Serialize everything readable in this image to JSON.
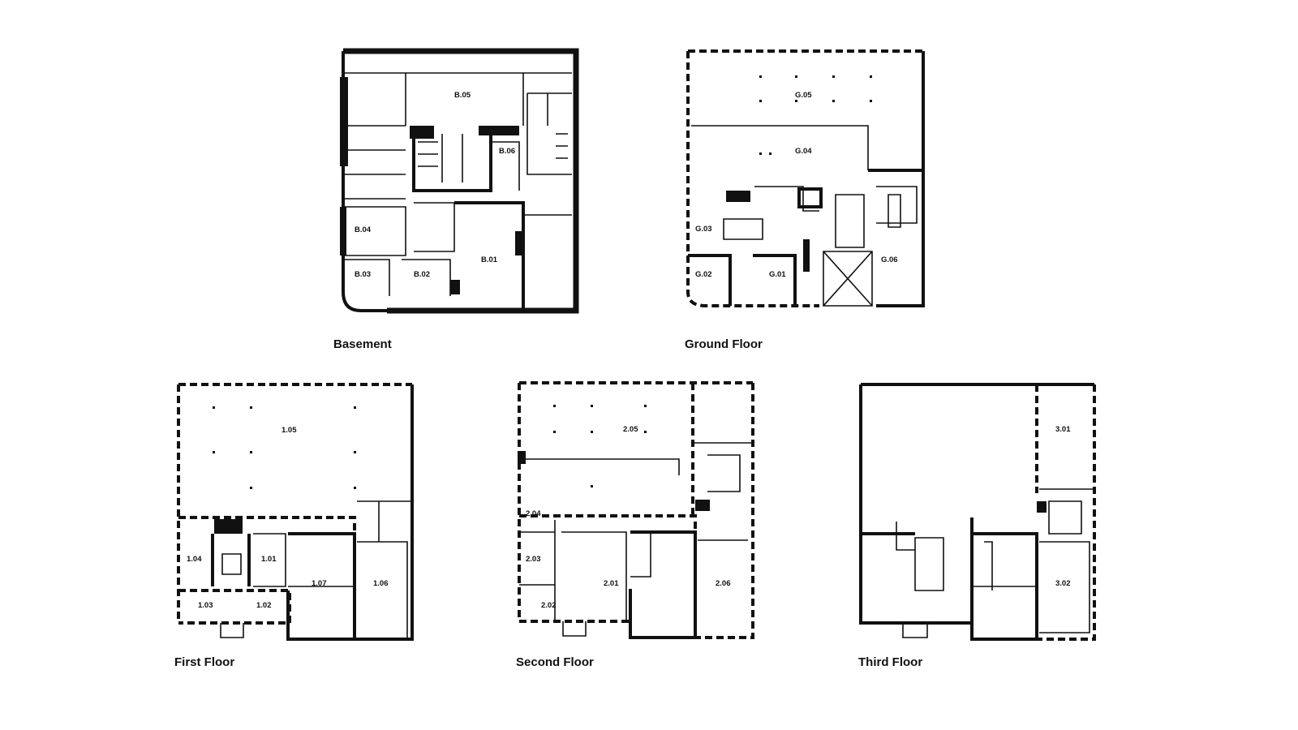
{
  "floors": {
    "basement": {
      "title": "Basement",
      "rooms": [
        "B.05",
        "B.06",
        "B.04",
        "B.03",
        "B.02",
        "B.01"
      ]
    },
    "ground": {
      "title": "Ground Floor",
      "rooms": [
        "G.05",
        "G.04",
        "G.03",
        "G.02",
        "G.01",
        "G.06"
      ]
    },
    "first": {
      "title": "First Floor",
      "rooms": [
        "1.05",
        "1.04",
        "1.01",
        "1.07",
        "1.06",
        "1.03",
        "1.02"
      ]
    },
    "second": {
      "title": "Second Floor",
      "rooms": [
        "2.05",
        "2.04",
        "2.03",
        "2.01",
        "2.06",
        "2.02"
      ]
    },
    "third": {
      "title": "Third Floor",
      "rooms": [
        "3.01",
        "3.02"
      ]
    }
  }
}
